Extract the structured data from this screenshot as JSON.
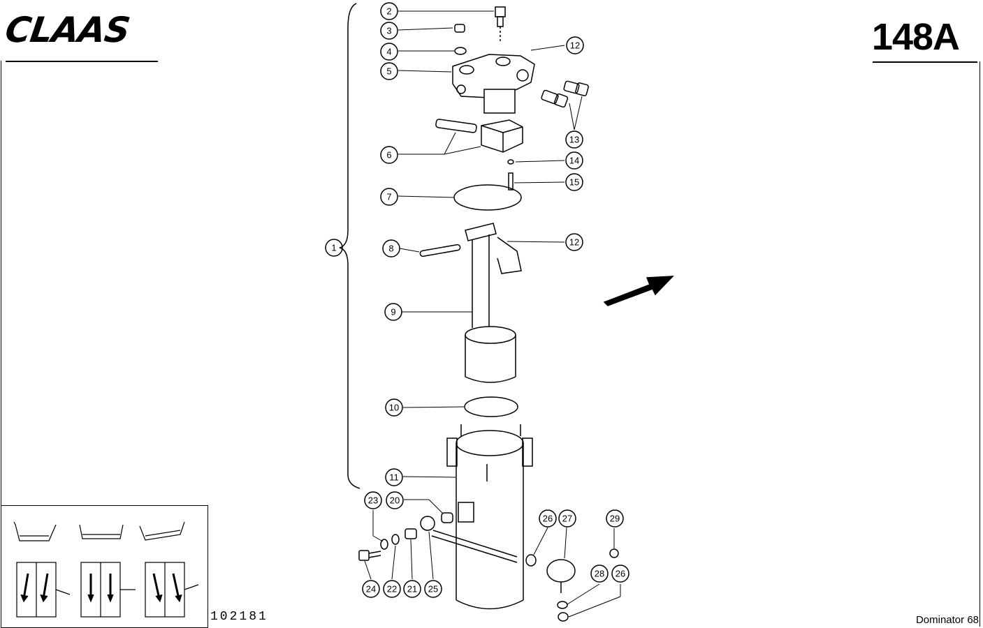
{
  "header": {
    "brand": "CLAAS",
    "page_code": "148A"
  },
  "footer": {
    "drawing_number": "102181",
    "model": "Dominator 68"
  },
  "callouts": [
    "1",
    "2",
    "3",
    "4",
    "5",
    "6",
    "7",
    "8",
    "9",
    "10",
    "11",
    "12",
    "12",
    "13",
    "14",
    "15",
    "20",
    "21",
    "22",
    "23",
    "24",
    "25",
    "26",
    "26",
    "27",
    "28",
    "29"
  ]
}
